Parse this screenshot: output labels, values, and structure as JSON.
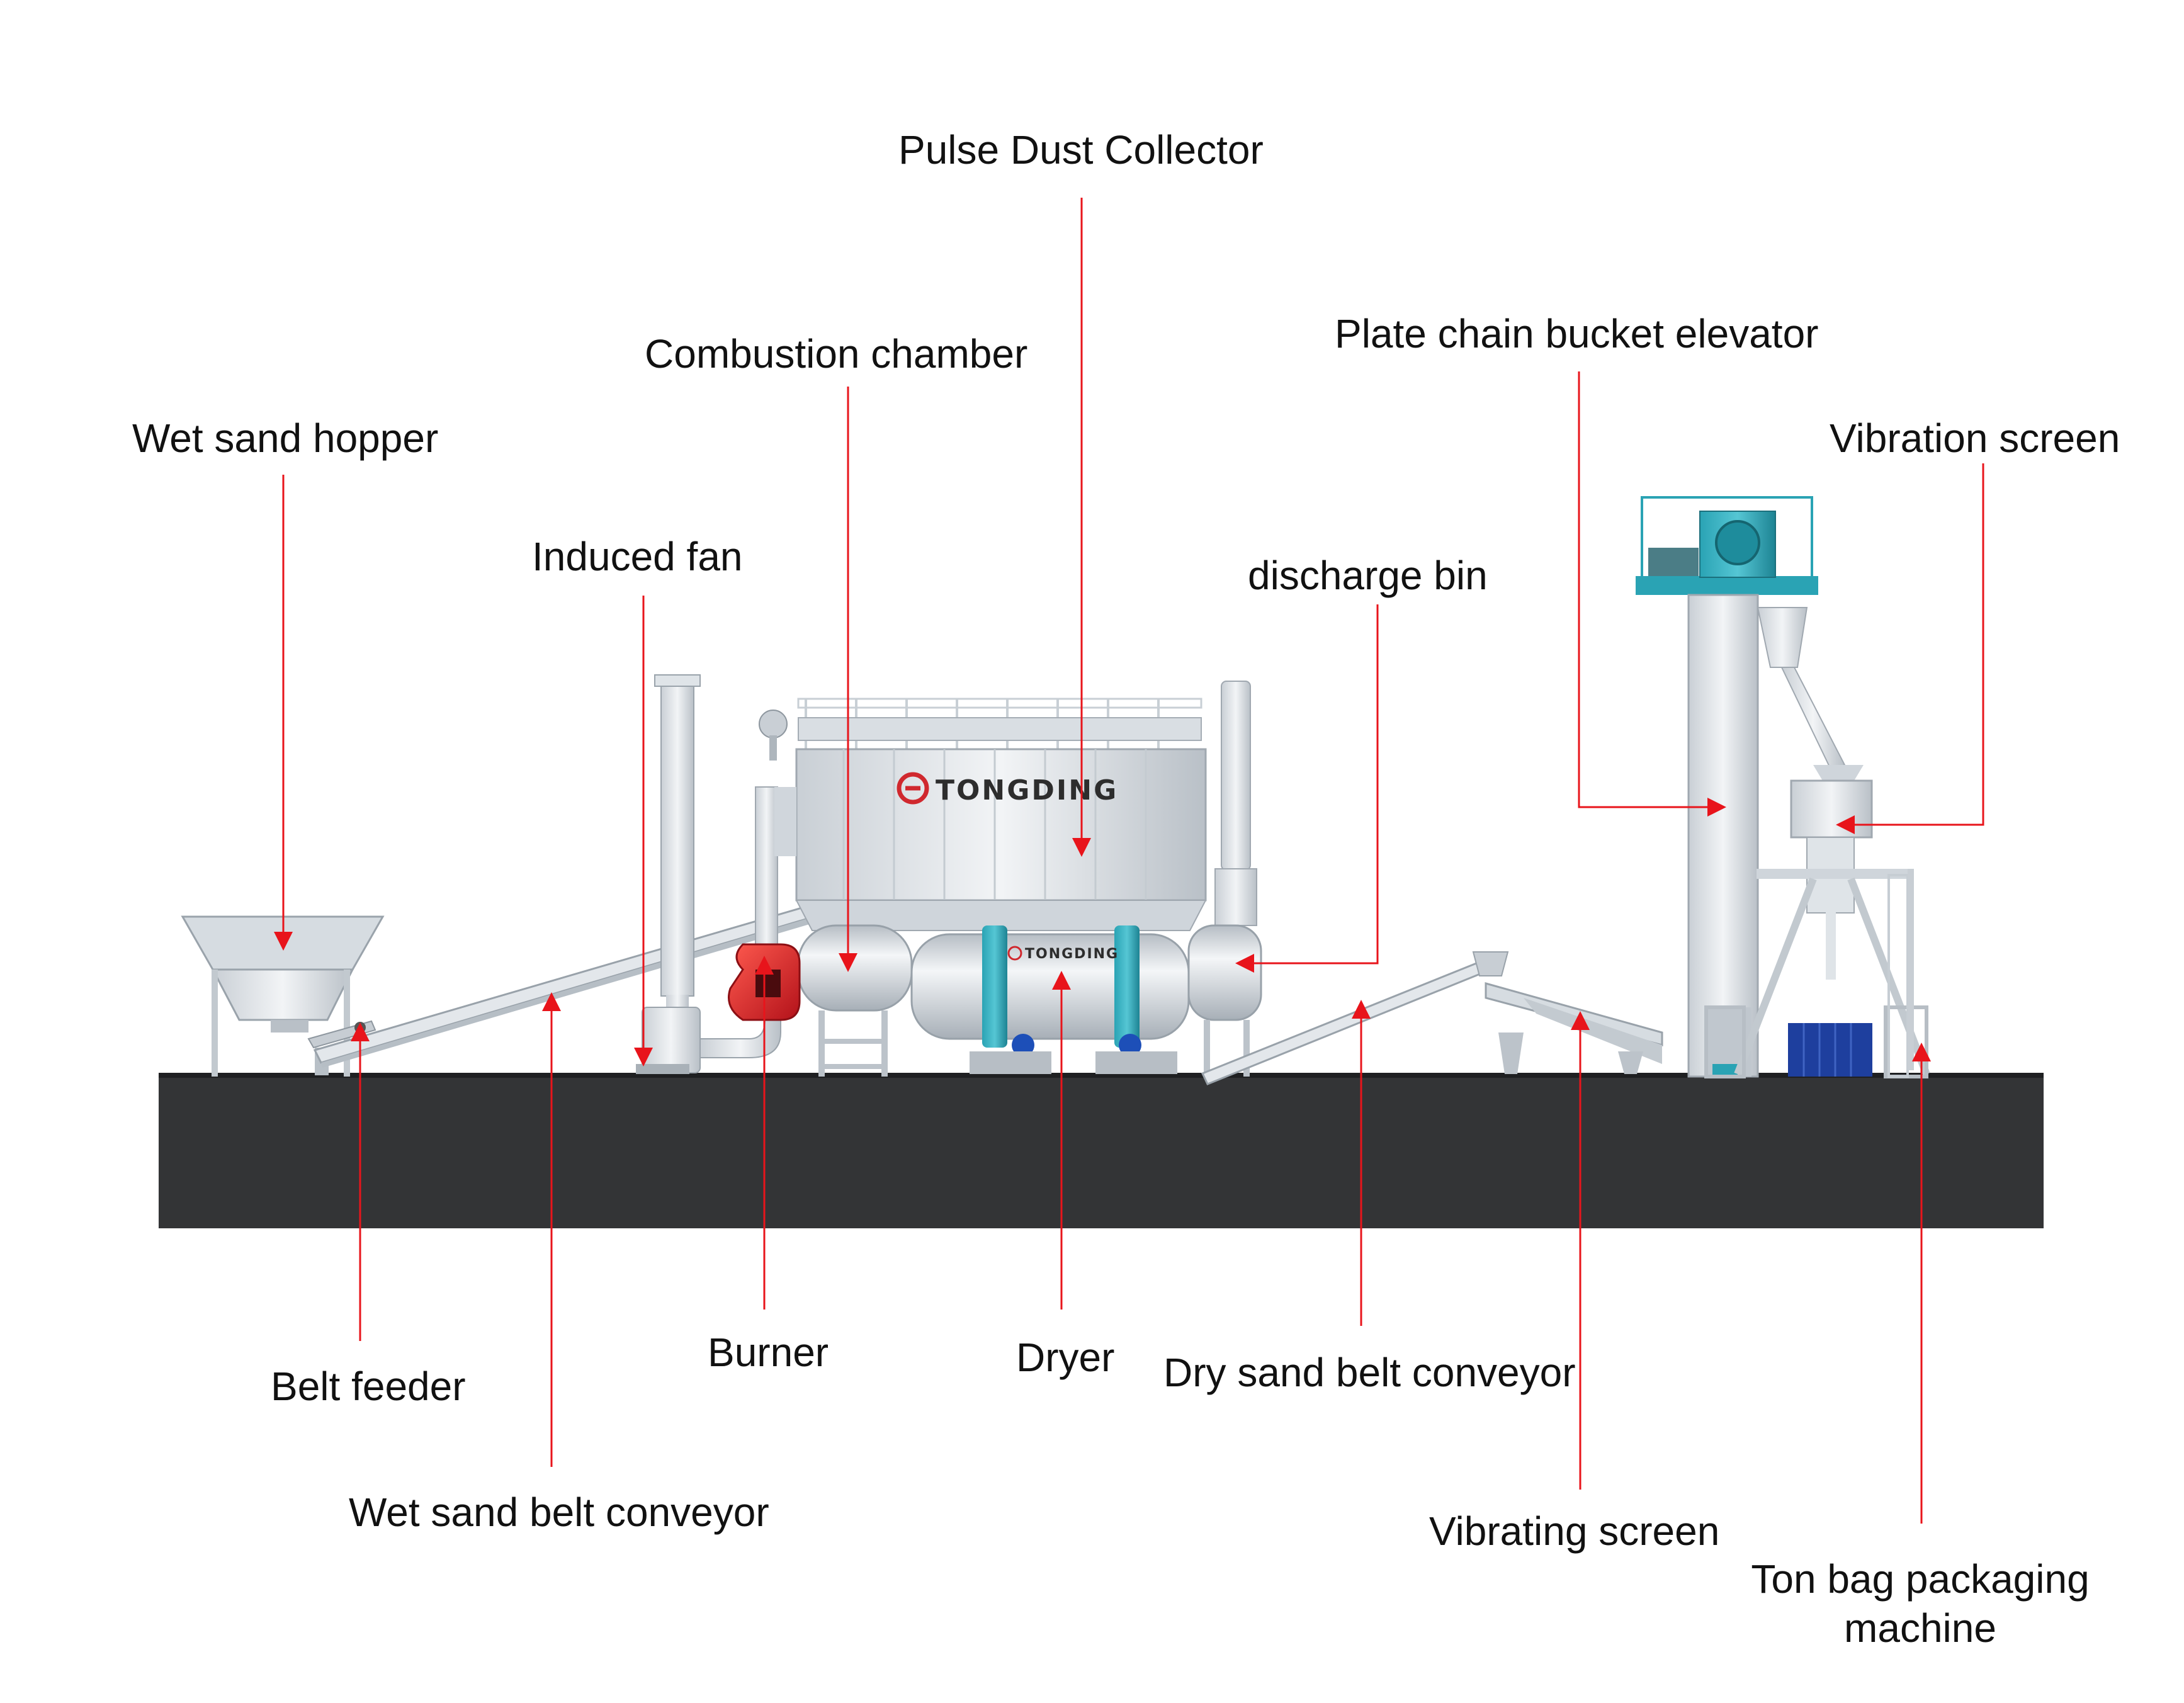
{
  "brand": {
    "logo_text": "TONGDING",
    "colors": {
      "logo_red": "#d0282e",
      "logo_dark": "#2d2d2d"
    }
  },
  "labels": {
    "pulse_dust_collector": "Pulse Dust Collector",
    "combustion_chamber": "Combustion chamber",
    "wet_sand_hopper": "Wet sand hopper",
    "induced_fan": "Induced fan",
    "discharge_bin": "discharge bin",
    "plate_chain_bucket_elevator": "Plate chain bucket elevator",
    "vibration_screen": "Vibration screen",
    "belt_feeder": "Belt feeder",
    "wet_sand_belt_conveyor": "Wet sand belt conveyor",
    "burner": "Burner",
    "dryer": "Dryer",
    "dry_sand_belt_conveyor": "Dry sand belt conveyor",
    "vibrating_screen": "Vibrating screen",
    "ton_bag_packaging_machine_line1": "Ton bag packaging",
    "ton_bag_packaging_machine_line2": "machine"
  },
  "colors": {
    "pointer": "#e8141b",
    "ground": "#333436",
    "equipment": "#dfe4e8",
    "accent_teal": "#2aa3b4",
    "burner_red": "#cc1f1f",
    "bag_blue": "#1e3f9e",
    "motor_blue": "#1d4fb8"
  }
}
